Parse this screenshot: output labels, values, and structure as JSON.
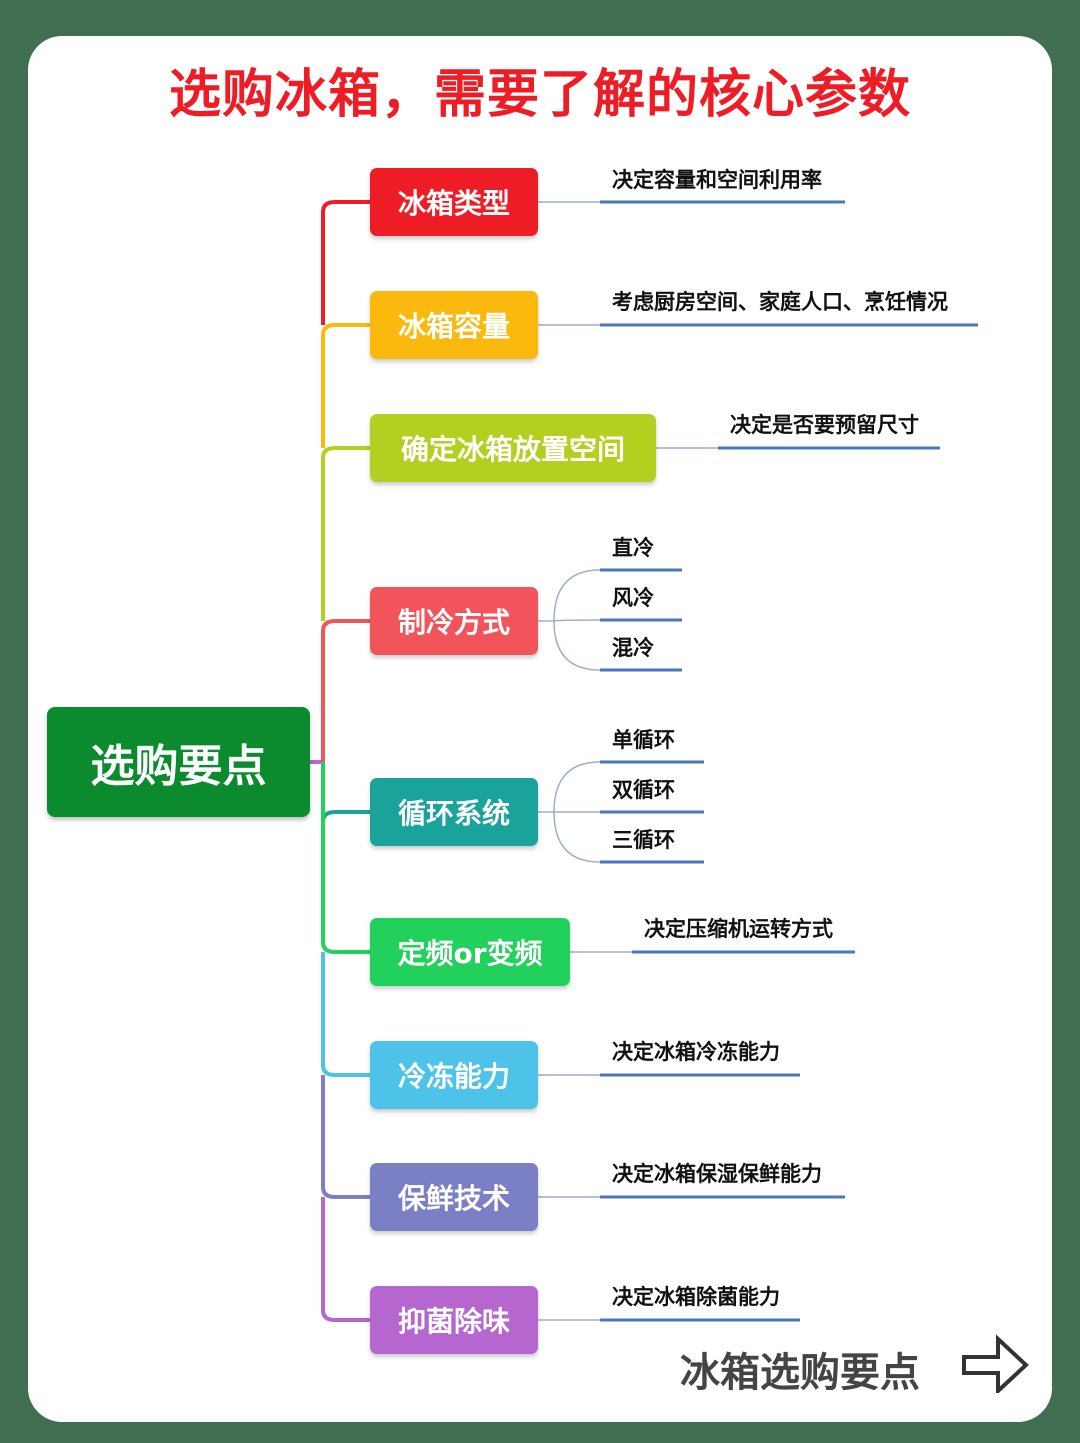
{
  "title": "选购冰箱，需要了解的核心参数",
  "root": "选购要点",
  "branches": [
    {
      "label": "冰箱类型",
      "color": "#ee1c25",
      "leaves": [
        "决定容量和空间利用率"
      ]
    },
    {
      "label": "冰箱容量",
      "color": "#fbb90d",
      "leaves": [
        "考虑厨房空间、家庭人口、烹饪情况"
      ]
    },
    {
      "label": "确定冰箱放置空间",
      "color": "#b3cf1f",
      "leaves": [
        "决定是否要预留尺寸"
      ]
    },
    {
      "label": "制冷方式",
      "color": "#f2545b",
      "leaves": [
        "直冷",
        "风冷",
        "混冷"
      ]
    },
    {
      "label": "循环系统",
      "color": "#1aa39a",
      "leaves": [
        "单循环",
        "双循环",
        "三循环"
      ]
    },
    {
      "label": "定频or变频",
      "color": "#22d15b",
      "leaves": [
        "决定压缩机运转方式"
      ]
    },
    {
      "label": "冷冻能力",
      "color": "#4ec3ea",
      "leaves": [
        "决定冰箱冷冻能力"
      ]
    },
    {
      "label": "保鲜技术",
      "color": "#7b7fc4",
      "leaves": [
        "决定冰箱保湿保鲜能力"
      ]
    },
    {
      "label": "抑菌除味",
      "color": "#b566cf",
      "leaves": [
        "决定冰箱除菌能力"
      ]
    }
  ],
  "watermark": "冰箱选购要点",
  "colors": {
    "background": "#3f6f50",
    "title": "#ee1c25",
    "root": "#0b8a2e",
    "underline": "#4a78b8"
  }
}
